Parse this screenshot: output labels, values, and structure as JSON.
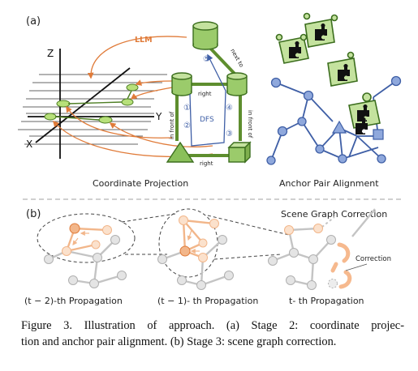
{
  "panel_a": {
    "label": "(a)",
    "axes": {
      "z": "Z",
      "y": "Y",
      "x": "X"
    },
    "llm_label": "LLM",
    "dfs_label": "DFS",
    "edge_labels": {
      "top": "right",
      "bottom": "right",
      "left": "in front of",
      "right": "in front of",
      "diag": "next to"
    },
    "steps": [
      "①",
      "②",
      "③",
      "④",
      "⑤"
    ],
    "caption_left": "Coordinate Projection",
    "caption_right": "Anchor Pair Alignment"
  },
  "panel_b": {
    "label": "(b)",
    "title_right": "Scene Graph Correction",
    "correction_label": "Correction",
    "captions": [
      "(t − 2)-th Propagation",
      "(t − 1)- th Propagation",
      "t- th Propagation"
    ]
  },
  "caption": {
    "line1": "Figure 3. Illustration of approach. (a) Stage 2: coordinate projec-",
    "line2": "tion and anchor pair alignment. (b) Stage 3: scene graph correction."
  },
  "colors": {
    "orange": "#E07B39",
    "light_orange": "#F6C9A6",
    "green_fill": "#9BCB6B",
    "green_stroke": "#3C6E1E",
    "blue": "#3F5FA6",
    "blue_fill": "#8FA8DC",
    "gray": "#BDBDBD"
  }
}
